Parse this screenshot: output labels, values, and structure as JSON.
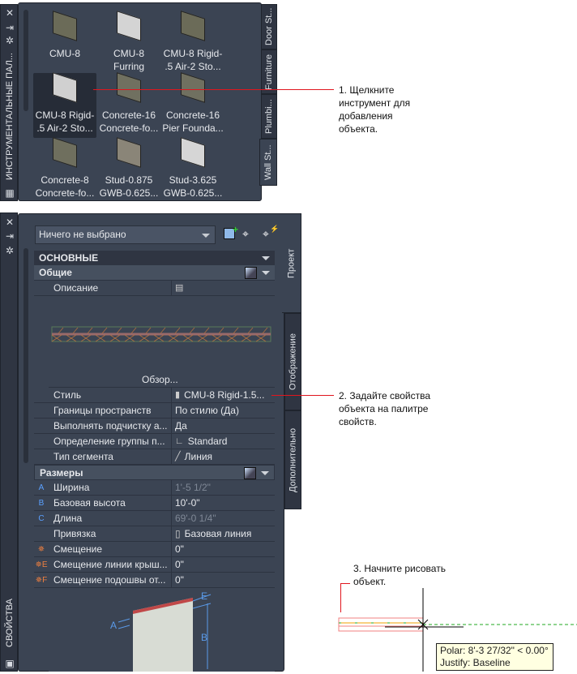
{
  "tool_palette": {
    "title": "ИНСТРУМЕНТАЛЬНЫЕ ПАЛ...",
    "tabs": [
      {
        "label": "Door St..."
      },
      {
        "label": "Furniture"
      },
      {
        "label": "Plumbi..."
      },
      {
        "label": "Wall St...",
        "active": true
      }
    ],
    "tools": [
      {
        "l1": "CMU-8",
        "l2": "",
        "color": "#6b6b58"
      },
      {
        "l1": "CMU-8",
        "l2": "Furring",
        "color": "#d4d4d4"
      },
      {
        "l1": "CMU-8 Rigid-",
        "l2": ".5 Air-2 Sto...",
        "color": "#6b6b58"
      },
      {
        "l1": "CMU-8 Rigid-",
        "l2": ".5 Air-2 Sto...",
        "color": "#d0d0d0",
        "selected": true
      },
      {
        "l1": "Concrete-16",
        "l2": "Concrete-fo...",
        "color": "#707060"
      },
      {
        "l1": "Concrete-16",
        "l2": "Pier Founda...",
        "color": "#707060"
      },
      {
        "l1": "Concrete-8",
        "l2": "Concrete-fo...",
        "color": "#6f6f5e"
      },
      {
        "l1": "Stud-0.875",
        "l2": "GWB-0.625...",
        "color": "#8a8578"
      },
      {
        "l1": "Stud-3.625",
        "l2": "GWB-0.625...",
        "color": "#d6d6d6"
      }
    ]
  },
  "properties": {
    "title": "СВОЙСТВА",
    "selection": "Ничего не выбрано",
    "tabs": [
      {
        "label": "Проект",
        "active": true
      },
      {
        "label": "Отображение"
      },
      {
        "label": "Дополнительно"
      }
    ],
    "section": "ОСНОВНЫЕ",
    "general_header": "Общие",
    "description_label": "Описание",
    "browse": "Обзор...",
    "general_rows": [
      {
        "label": "Стиль",
        "value": "CMU-8 Rigid-1.5..."
      },
      {
        "label": "Границы пространств",
        "value": "По стилю (Да)"
      },
      {
        "label": "Выполнять подчистку а...",
        "value": "Да"
      },
      {
        "label": "Определение группы п...",
        "value": "Standard"
      },
      {
        "label": "Тип сегмента",
        "value": "Линия"
      }
    ],
    "dims_header": "Размеры",
    "dim_rows": [
      {
        "mark": "A",
        "label": "Ширина",
        "value": "1'-5 1/2\"",
        "dim": true
      },
      {
        "mark": "B",
        "label": "Базовая высота",
        "value": "10'-0\""
      },
      {
        "mark": "C",
        "label": "Длина",
        "value": "69'-0 1/4\"",
        "dim": true
      },
      {
        "mark": "",
        "label": "Привязка",
        "value": "Базовая линия"
      },
      {
        "mark": "✵",
        "label": "Смещение",
        "value": "0\""
      },
      {
        "mark": "✵E",
        "label": "Смещение линии крыш...",
        "value": "0\""
      },
      {
        "mark": "✵F",
        "label": "Смещение подошвы от...",
        "value": "0\""
      }
    ],
    "diagram_labels": {
      "a": "A",
      "b": "B",
      "e": "E"
    }
  },
  "callouts": {
    "c1": [
      "1. Щелкните",
      "инструмент для",
      "добавления",
      "объекта."
    ],
    "c2": [
      "2. Задайте свойства",
      "объекта на палитре",
      "свойств."
    ],
    "c3": [
      "3. Начните рисовать",
      "объект."
    ]
  },
  "tooltip": {
    "polar": "Polar: 8'-3 27/32\" < 0.00°",
    "justify": "Justify: Baseline"
  },
  "colors": {
    "panel": "#3b4453",
    "accent_red": "#e0161e",
    "tooltip_bg": "#ffffe1"
  }
}
